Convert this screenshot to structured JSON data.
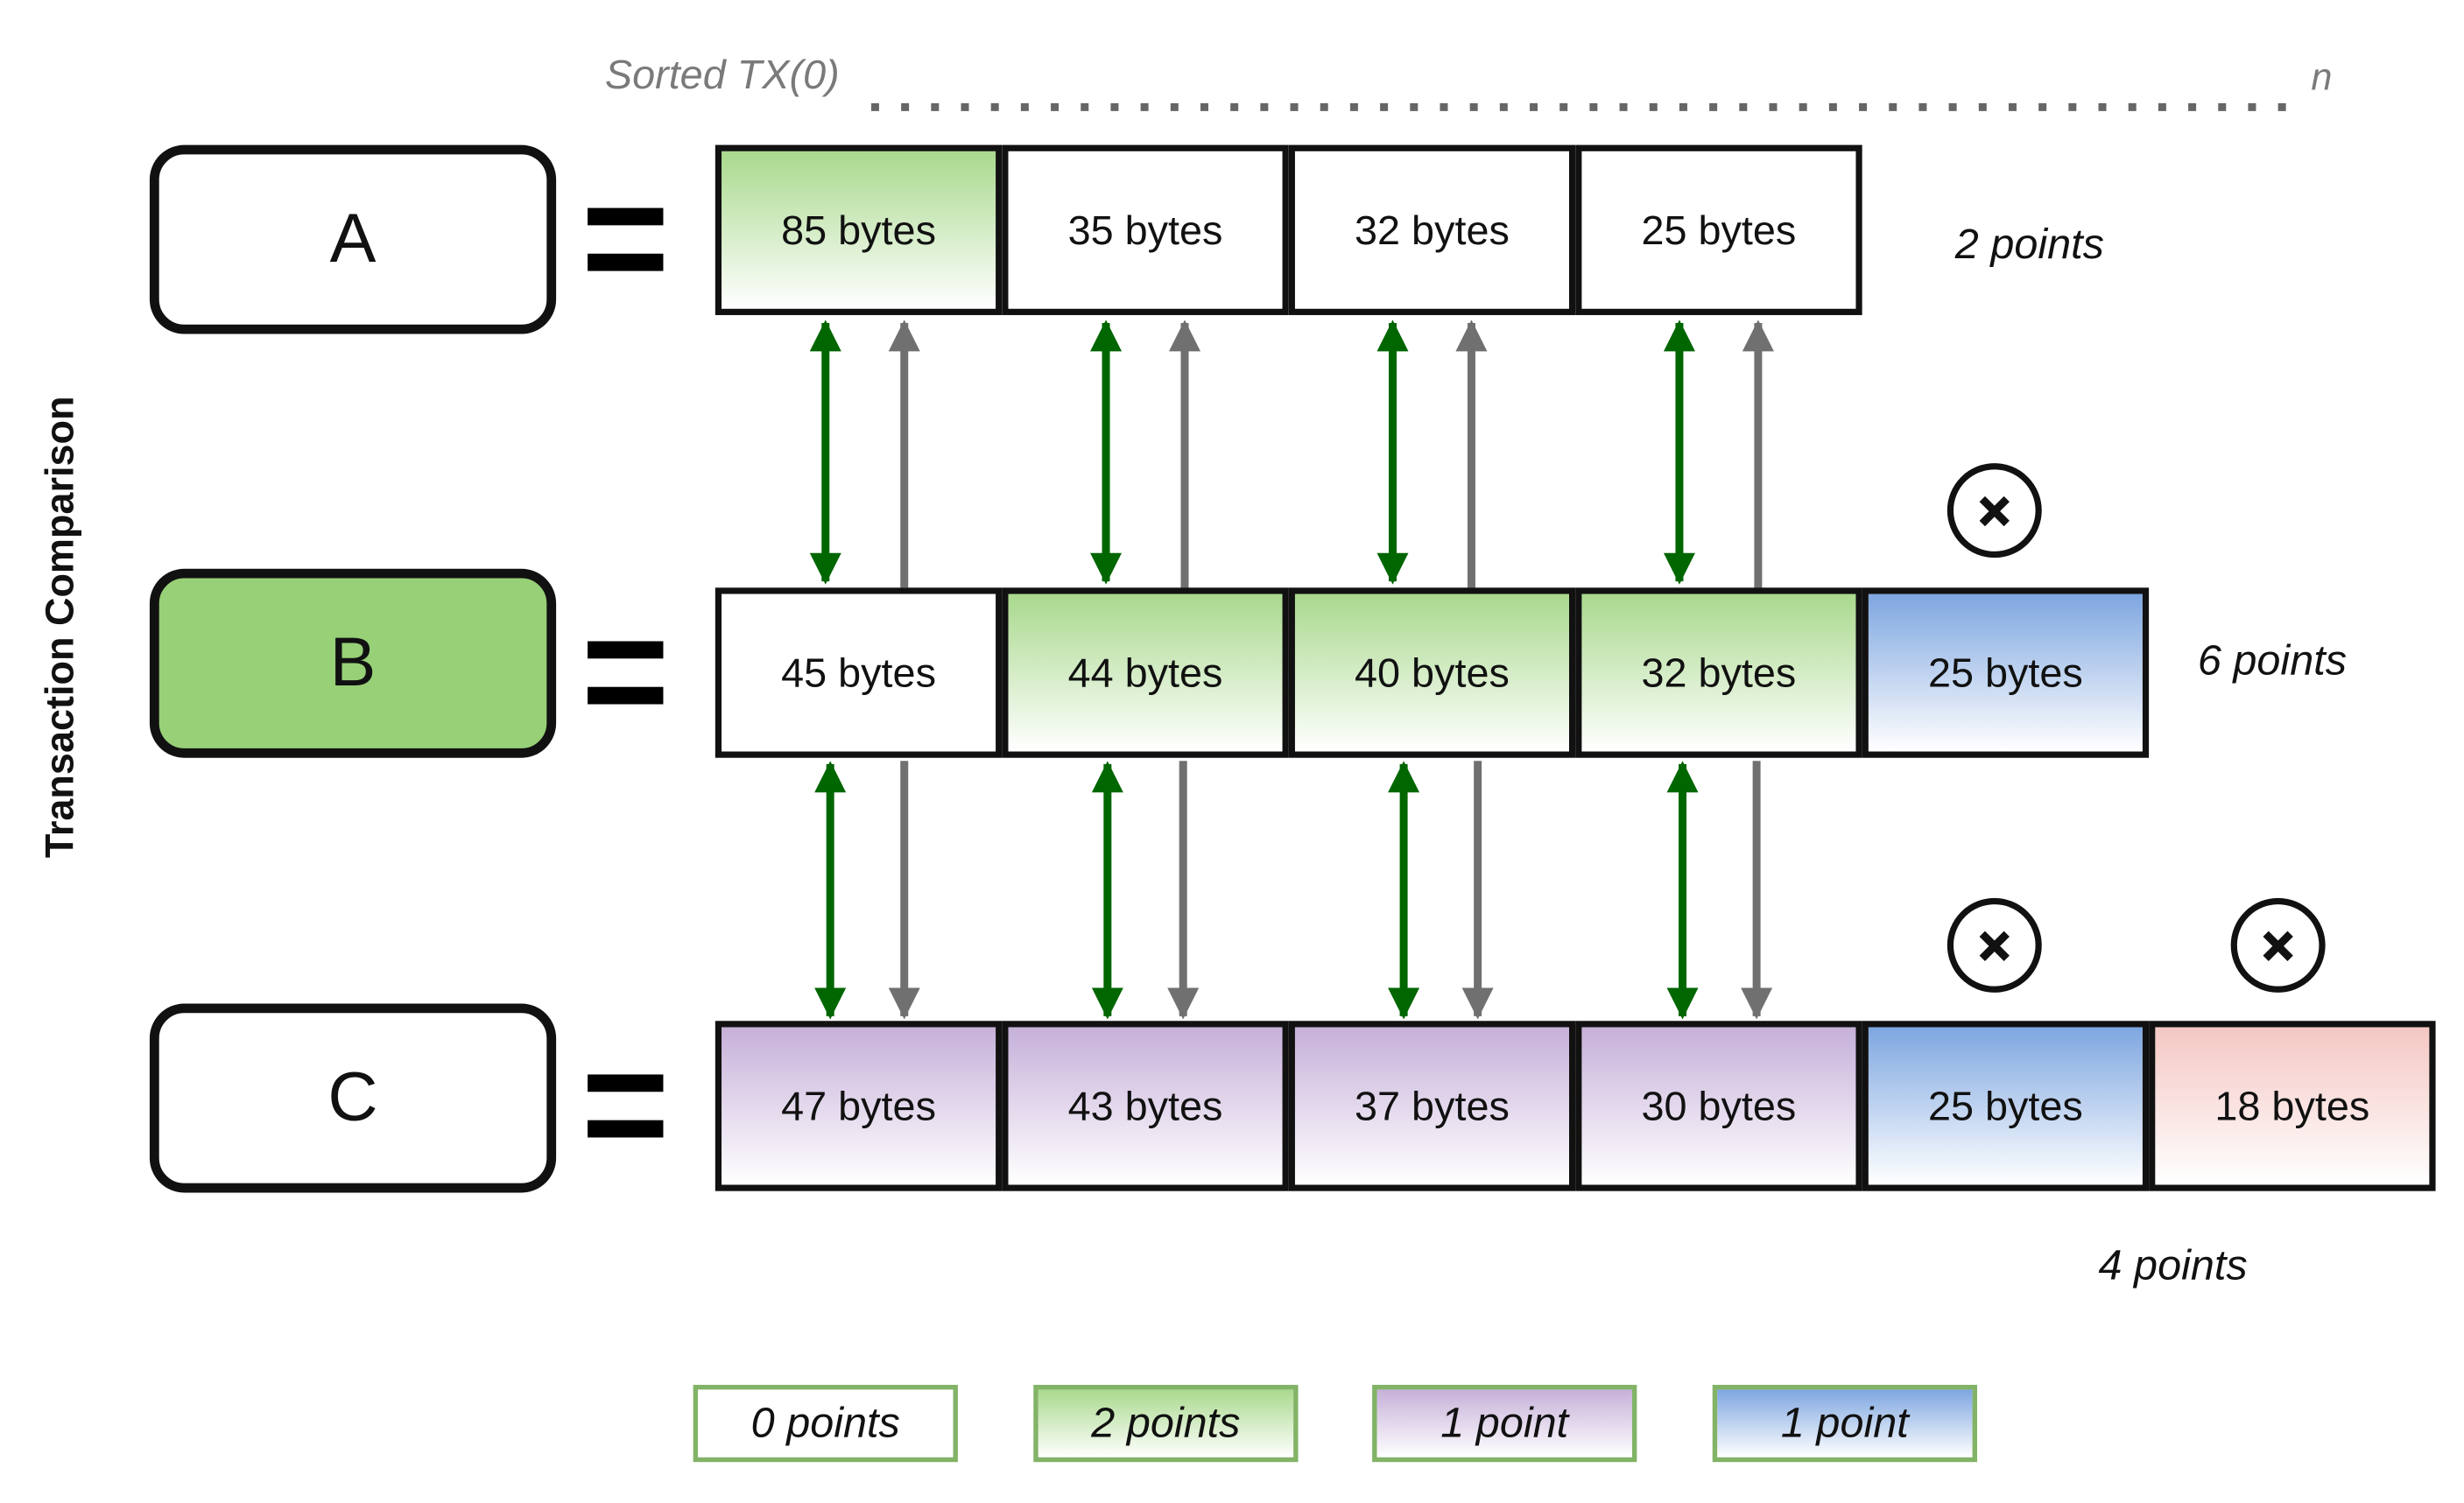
{
  "axis_title": "Transaction Comparison",
  "range": {
    "start_label": "Sorted TX(0)",
    "end_label": "n"
  },
  "transactions": [
    {
      "name": "A",
      "highlighted": false,
      "score": "2 points",
      "cells": [
        {
          "label": "85 bytes",
          "fill": "green"
        },
        {
          "label": "35 bytes",
          "fill": "white"
        },
        {
          "label": "32 bytes",
          "fill": "white"
        },
        {
          "label": "25 bytes",
          "fill": "white"
        }
      ]
    },
    {
      "name": "B",
      "highlighted": true,
      "score": "6 points",
      "cells": [
        {
          "label": "45 bytes",
          "fill": "white"
        },
        {
          "label": "44 bytes",
          "fill": "green"
        },
        {
          "label": "40 bytes",
          "fill": "green"
        },
        {
          "label": "32 bytes",
          "fill": "green"
        },
        {
          "label": "25 bytes",
          "fill": "blue"
        }
      ]
    },
    {
      "name": "C",
      "highlighted": false,
      "score": "4 points",
      "cells": [
        {
          "label": "47 bytes",
          "fill": "purple"
        },
        {
          "label": "43 bytes",
          "fill": "purple"
        },
        {
          "label": "37 bytes",
          "fill": "purple"
        },
        {
          "label": "30 bytes",
          "fill": "purple"
        },
        {
          "label": "25 bytes",
          "fill": "blue"
        },
        {
          "label": "18 bytes",
          "fill": "pink"
        }
      ]
    }
  ],
  "unmatched_marks": [
    {
      "row": "B",
      "cell_index": 4
    },
    {
      "row": "C",
      "cell_index": 4
    },
    {
      "row": "C",
      "cell_index": 5
    }
  ],
  "legend": [
    {
      "label": "0 points",
      "fill": "white"
    },
    {
      "label": "2 points",
      "fill": "green"
    },
    {
      "label": "1 point",
      "fill": "purple"
    },
    {
      "label": "1 point",
      "fill": "blue"
    }
  ],
  "colors": {
    "highlight_box": "#97d077",
    "green_cell": "#a9d98d",
    "purple_cell": "#c6b0d9",
    "blue_cell": "#7ea6e0",
    "pink_cell": "#f4c7c3",
    "legend_border": "#82b366",
    "compare_arrow": "#006600",
    "direction_arrow": "#707070",
    "dotted_line": "#666666"
  },
  "icons": {
    "range_line": "dotted-line",
    "equals": "equals-sign-icon",
    "unmatched": "x-circle-icon"
  }
}
